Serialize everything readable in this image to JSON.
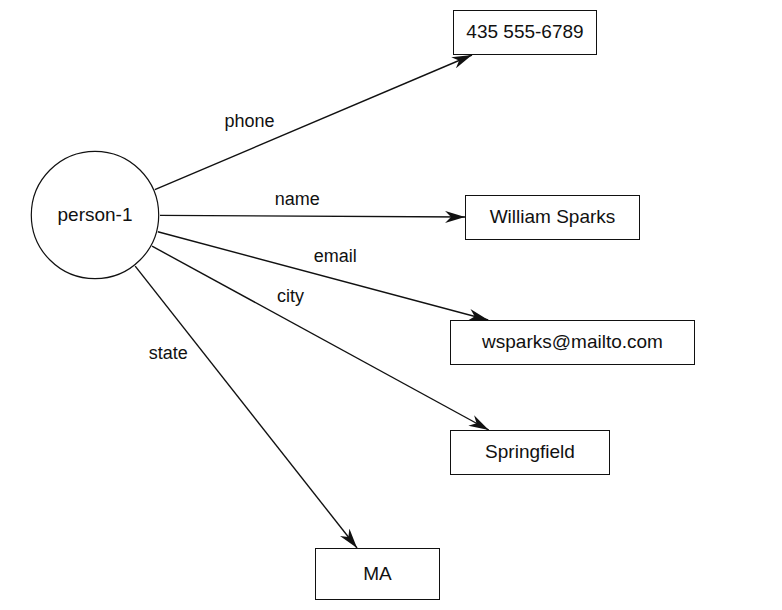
{
  "diagram": {
    "nodes": [
      {
        "text": [
          "person-1"
        ]
      },
      {
        "text": [
          "435 555-6789"
        ]
      },
      {
        "text": [
          "William Sparks"
        ]
      },
      {
        "text": [
          "wsparks@mailto.com"
        ]
      },
      {
        "text": [
          "Springfield"
        ]
      },
      {
        "text": [
          "MA"
        ]
      }
    ],
    "edges": [
      {
        "from": 0,
        "to": 1,
        "arrow": "to",
        "label": "phone"
      },
      {
        "from": 0,
        "to": 2,
        "arrow": "to",
        "label": "name"
      },
      {
        "from": 0,
        "to": 3,
        "arrow": "to",
        "label": "email"
      },
      {
        "from": 0,
        "to": 4,
        "arrow": "to",
        "label": "city"
      },
      {
        "from": 0,
        "to": 5,
        "arrow": "to",
        "label": "state"
      }
    ]
  }
}
